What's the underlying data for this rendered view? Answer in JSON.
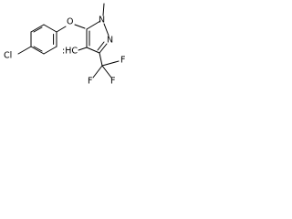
{
  "structure": {
    "labels": {
      "chlorine": "Cl",
      "ether_oxygen": "O",
      "ring_nitrogen_methylated": "N",
      "ring_nitrogen": "N",
      "substituent_carbon": ":HC",
      "fluorine_top": "F",
      "fluorine_left": "F",
      "fluorine_right": "F"
    }
  }
}
